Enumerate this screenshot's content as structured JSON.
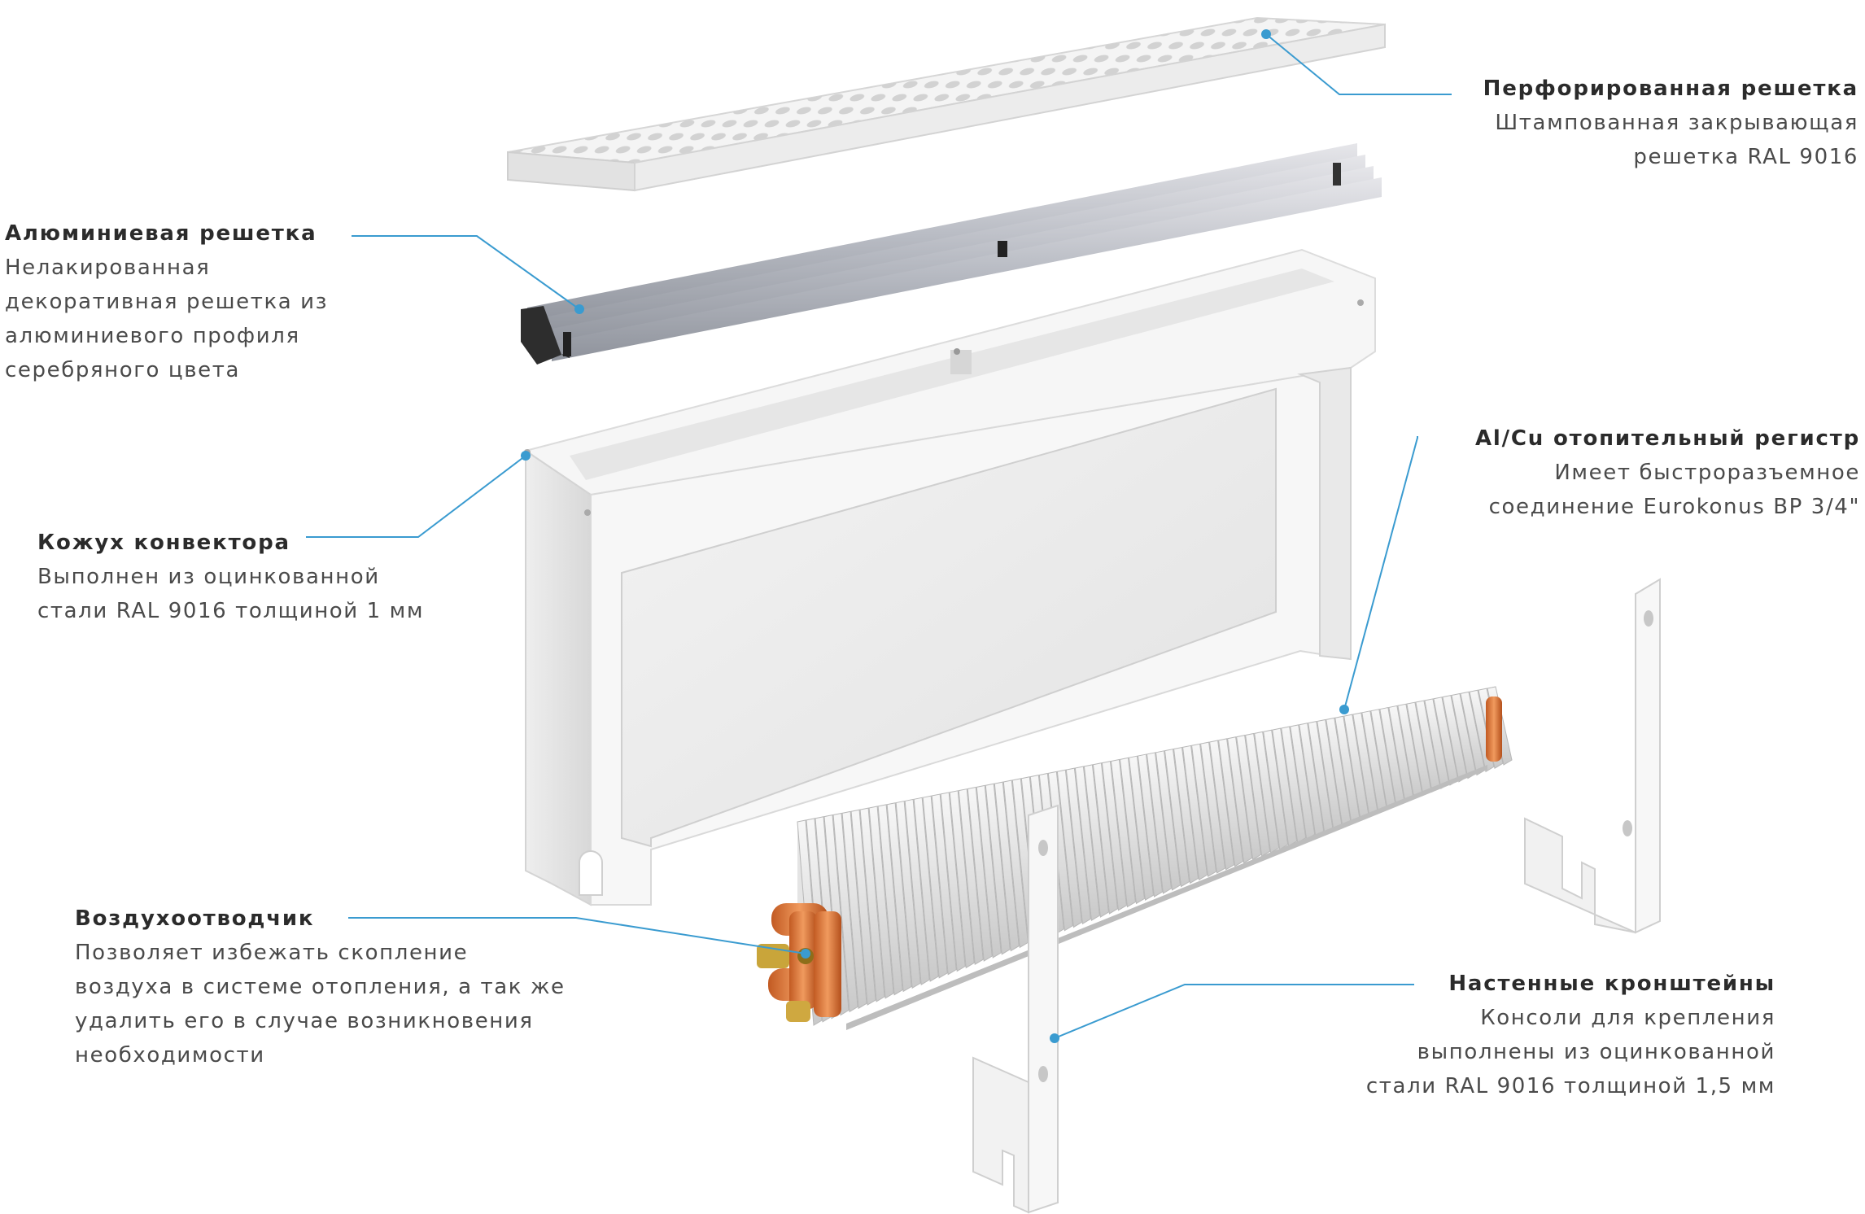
{
  "accent_color": "#3a9bd0",
  "labels": {
    "perforated": {
      "title": "Перфорированная решетка",
      "lines": [
        "Штампованная закрывающая",
        "решетка RAL 9016"
      ]
    },
    "aluminium": {
      "title": "Алюминиевая решетка",
      "lines": [
        "Нелакированная",
        "декоративная решетка из",
        "алюминиевого профиля",
        "серебряного цвета"
      ]
    },
    "register": {
      "title": "Al/Cu отопительный регистр",
      "lines": [
        "Имеет быстроразъемное",
        "соединение Eurokonus BP 3/4\""
      ]
    },
    "casing": {
      "title": "Кожух конвектора",
      "lines": [
        "Выполнен из оцинкованной",
        "стали RAL 9016 толщиной 1 мм"
      ]
    },
    "air_vent": {
      "title": "Воздухоотводчик",
      "lines": [
        "Позволяет избежать скопление",
        "воздуха в системе отопления, а так же",
        "удалить его в случае возникновения",
        "необходимости"
      ]
    },
    "brackets": {
      "title": "Настенные кронштейны",
      "lines": [
        "Консоли для крепления",
        "выполнены из оцинкованной",
        "стали RAL 9016 толщиной 1,5 мм"
      ]
    }
  },
  "parts": {
    "grille_perforated": "grille-perforated",
    "grille_aluminium": "grille-aluminium",
    "casing": "convector-casing",
    "register": "heating-register",
    "air_vent": "air-vent-valve",
    "bracket_left": "wall-bracket",
    "bracket_right": "wall-bracket"
  }
}
